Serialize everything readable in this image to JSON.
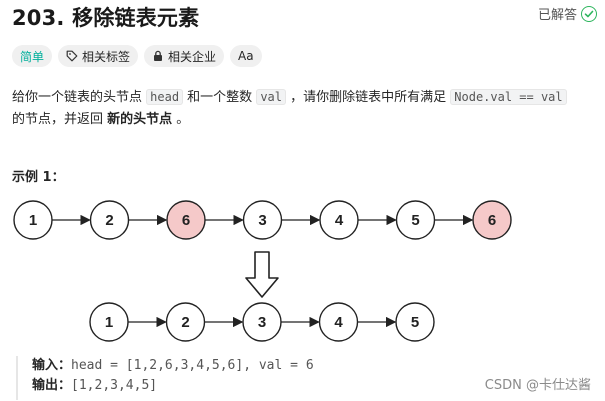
{
  "problem": {
    "title": "203. 移除链表元素",
    "solved_label": "已解答"
  },
  "tags": {
    "difficulty": "简单",
    "related_tags": "相关标签",
    "related_companies": "相关企业",
    "font_size_toggle": "Aa"
  },
  "description": {
    "p1_a": "给你一个链表的头节点 ",
    "code_head": "head",
    "p1_b": " 和一个整数 ",
    "code_val": "val",
    "p1_c": " ，请你删除链表中所有满足 ",
    "code_cond": "Node.val == val",
    "p1_d": "的节点，并返回 ",
    "bold_new_head": "新的头节点",
    "p1_e": " 。"
  },
  "example": {
    "title": "示例 1：",
    "input_label": "输入：",
    "input_value": "head = [1,2,6,3,4,5,6], val = 6",
    "output_label": "输出：",
    "output_value": "[1,2,3,4,5]"
  },
  "diagram": {
    "top_nodes": [
      "1",
      "2",
      "6",
      "3",
      "4",
      "5",
      "6"
    ],
    "top_removed": [
      false,
      false,
      true,
      false,
      false,
      false,
      true
    ],
    "bottom_nodes": [
      "1",
      "2",
      "3",
      "4",
      "5"
    ],
    "colors": {
      "removed_fill": "#f5c9c9",
      "normal_fill": "#ffffff",
      "stroke": "#222222"
    }
  },
  "watermark": "CSDN @卡仕达酱"
}
